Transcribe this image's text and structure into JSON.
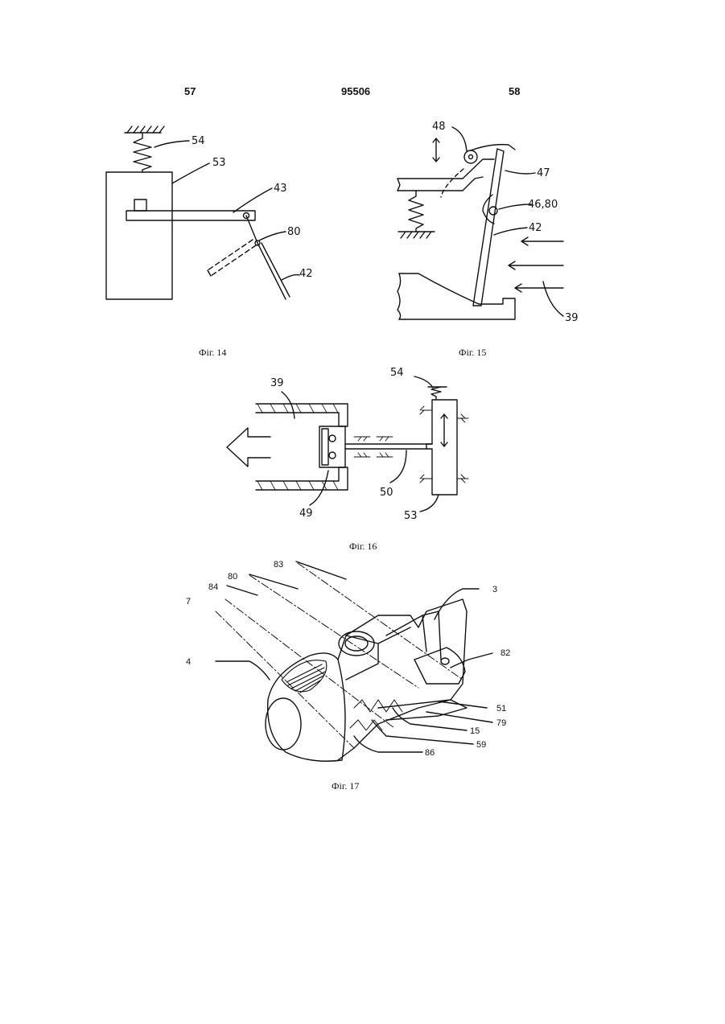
{
  "header": {
    "left_page": "57",
    "patent_number": "95506",
    "right_page": "58"
  },
  "figures": [
    {
      "caption": "Фіг. 14",
      "labels": [
        "54",
        "53",
        "43",
        "80",
        "42"
      ]
    },
    {
      "caption": "Фіг. 15",
      "labels": [
        "48",
        "47",
        "46,80",
        "42",
        "39"
      ]
    },
    {
      "caption": "Фіг. 16",
      "labels": [
        "39",
        "54",
        "50",
        "49",
        "53"
      ]
    },
    {
      "caption": "Фіг. 17",
      "labels": [
        "83",
        "80",
        "84",
        "7",
        "3",
        "82",
        "4",
        "51",
        "79",
        "15",
        "59",
        "86"
      ]
    }
  ]
}
